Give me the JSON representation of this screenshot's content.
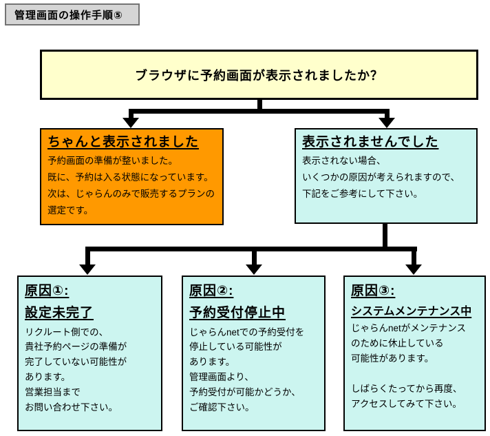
{
  "page": {
    "title": "管理画面の操作手順⑤"
  },
  "question": {
    "text": "ブラウザに予約画面が表示されましたか？"
  },
  "branches": {
    "success": {
      "title": "ちゃんと表示されました",
      "lines": [
        "予約画面の準備が整いました。",
        "既に、予約は入る状態になっています。",
        "次は、じゃらんのみで販売するプランの",
        "選定です。"
      ]
    },
    "failure": {
      "title": "表示されませんでした",
      "lines": [
        "表示されない場合、",
        "いくつかの原因が考えられますので、",
        "下記をご参考にして下さい。"
      ]
    }
  },
  "causes": [
    {
      "label": "原因①:",
      "title": "設定未完了",
      "lines": [
        "リクルート側での、",
        "貴社予約ページの準備が",
        "完了していない可能性が",
        "あります。",
        "営業担当まで",
        "お問い合わせ下さい。"
      ]
    },
    {
      "label": "原因②:",
      "title": "予約受付停止中",
      "lines": [
        "じゃらんnetでの予約受付を",
        "停止している可能性が",
        "あります。",
        "管理画面より、",
        "予約受付が可能かどうか、",
        "ご確認下さい。"
      ]
    },
    {
      "label": "原因③:",
      "title": "システムメンテナンス中",
      "lines": [
        "じゃらんnetがメンテナンス",
        "のために休止している",
        "可能性があります。",
        " ",
        "しばらくたってから再度、",
        "アクセスしてみて下さい。"
      ]
    }
  ],
  "colors": {
    "question_bg": "#FFFFCC",
    "success_bg": "#FF9900",
    "info_bg": "#CCF5F0",
    "heading_bg": "#D5D5D5",
    "line": "#000000"
  }
}
